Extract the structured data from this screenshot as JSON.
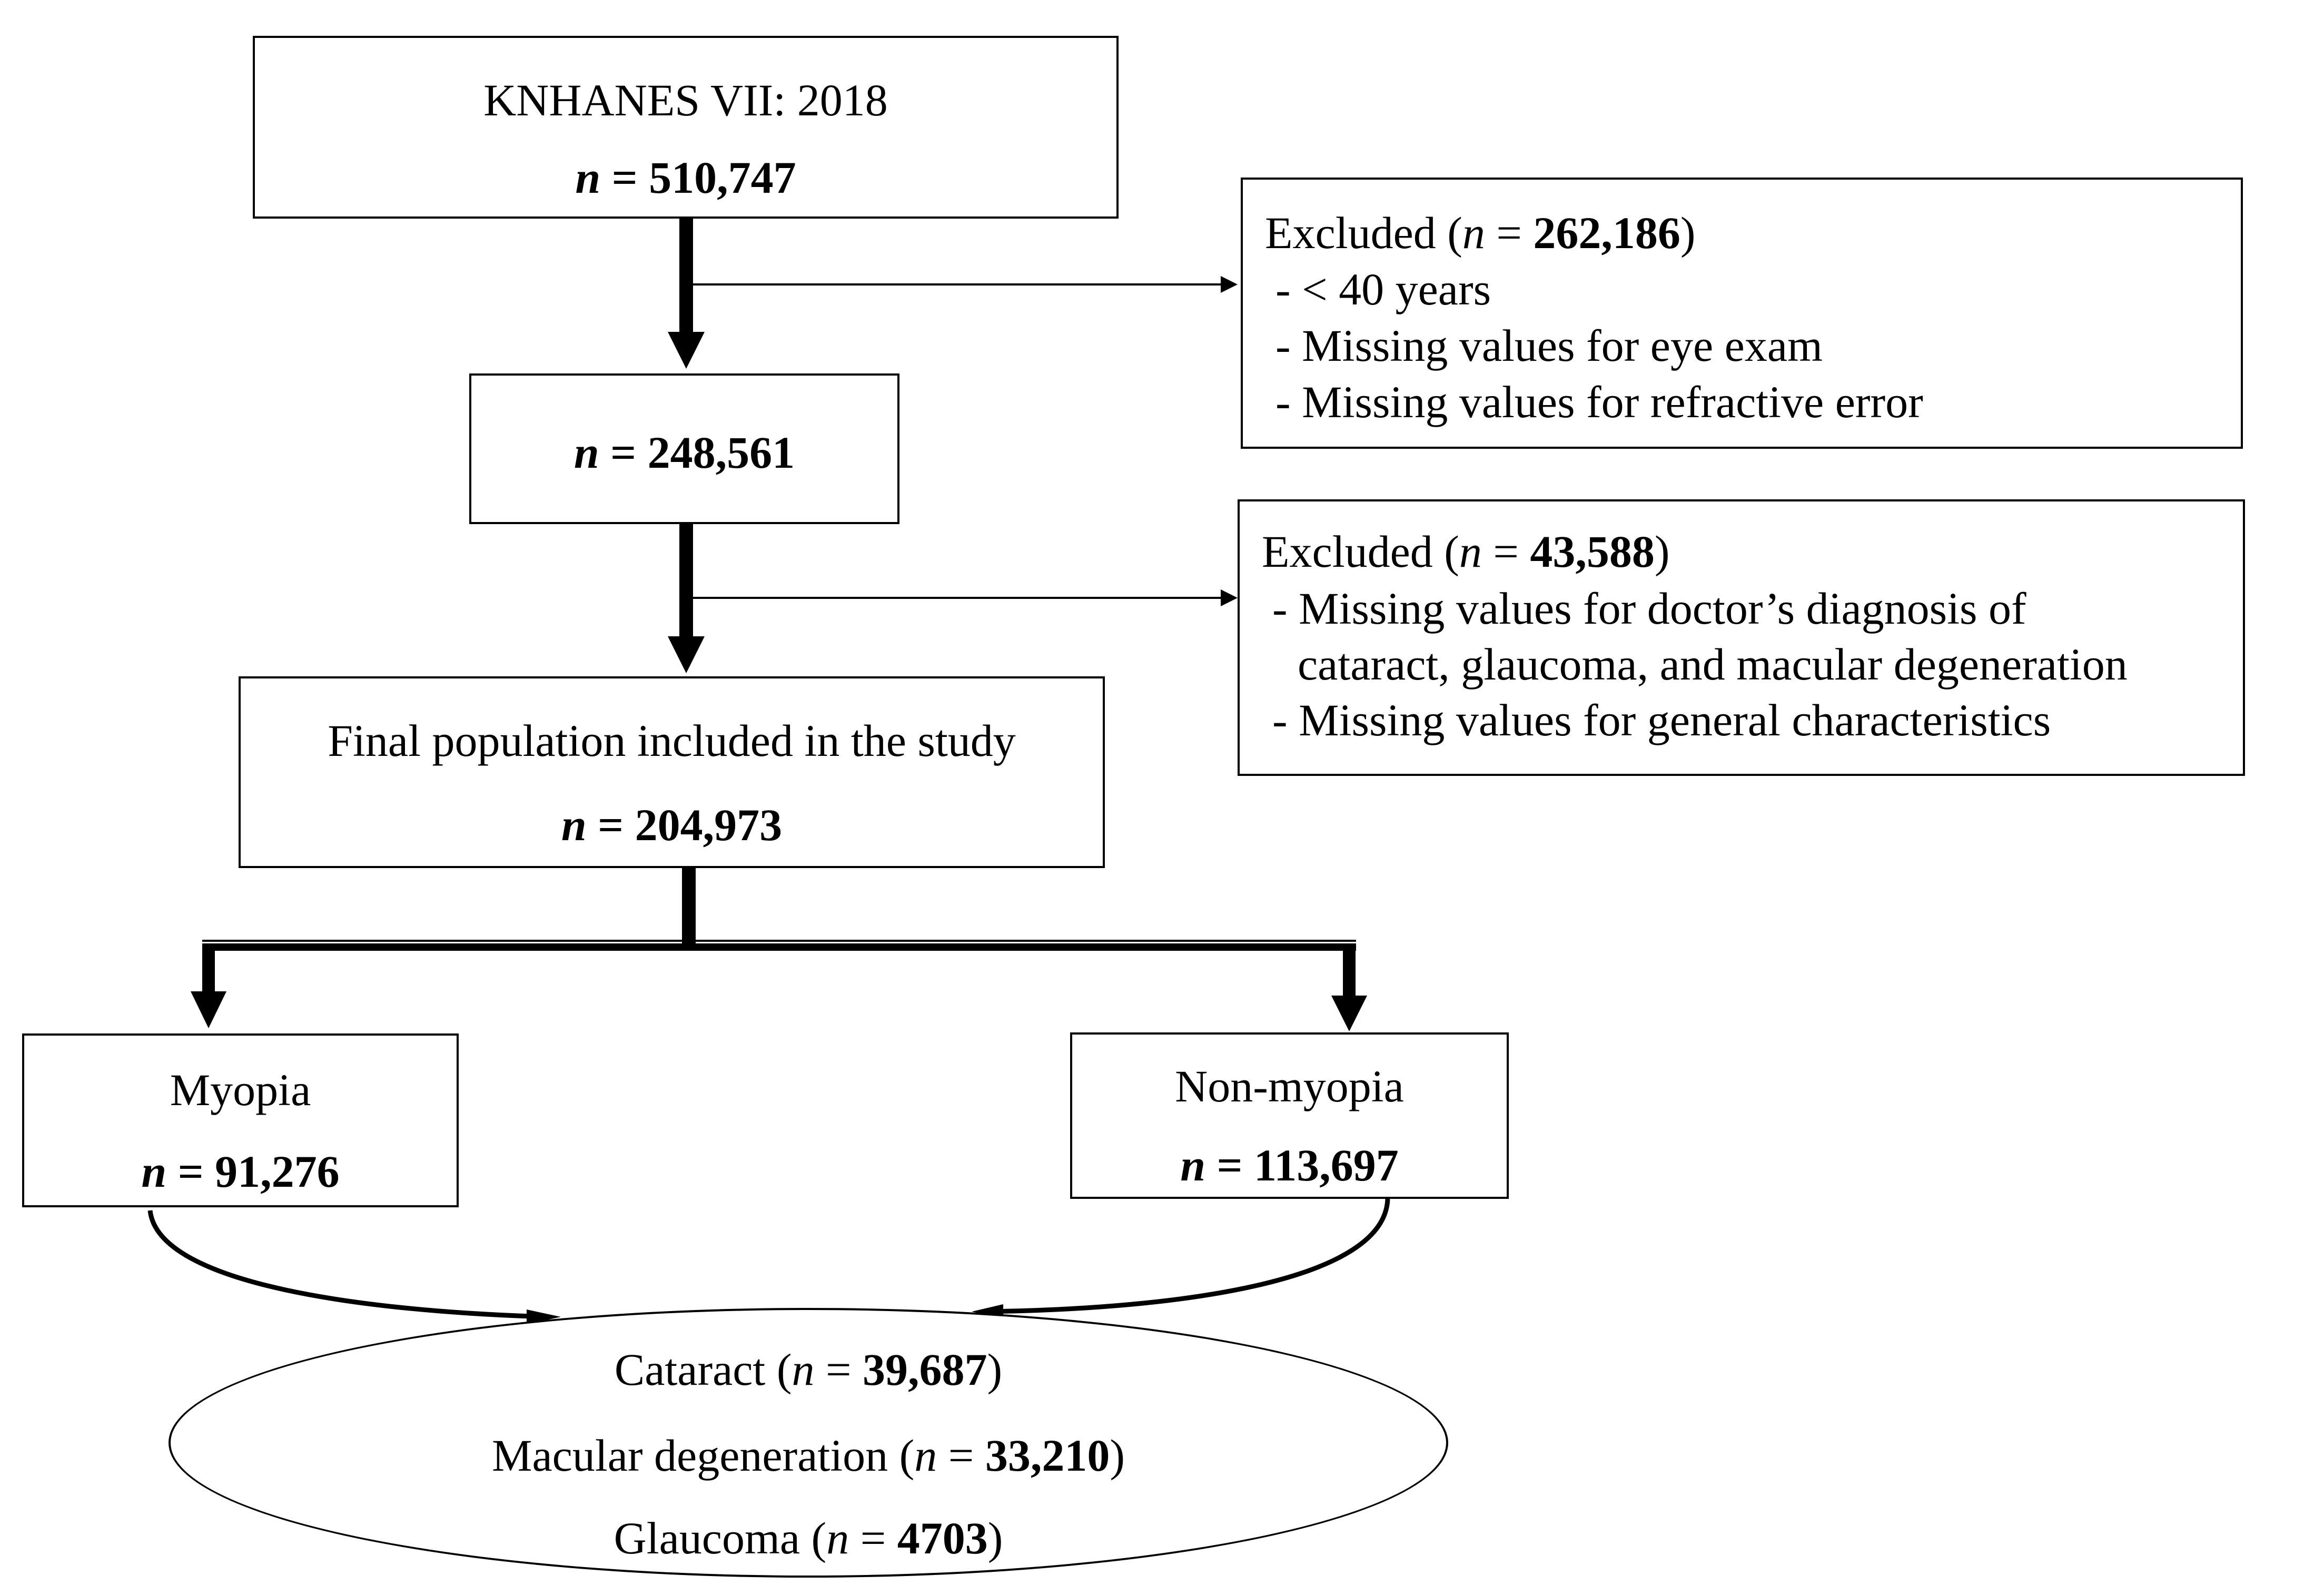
{
  "n_symbol": "n",
  "n_prefix": " = ",
  "box1": {
    "title": "KNHANES VII: 2018",
    "count": "510,747"
  },
  "excluded1": {
    "label": "Excluded (",
    "count": "262,186",
    "close": ")",
    "items": [
      "- < 40 years",
      "- Missing values for eye exam",
      "- Missing values for refractive error"
    ]
  },
  "box2": {
    "count": "248,561"
  },
  "excluded2": {
    "label": "Excluded (",
    "count": "43,588",
    "close": ")",
    "items": [
      "- Missing values for doctor’s diagnosis of",
      "cataract, glaucoma, and macular degeneration",
      "- Missing values for general characteristics"
    ]
  },
  "box3": {
    "title": "Final population included in the study",
    "count": "204,973"
  },
  "myopia": {
    "title": "Myopia",
    "count": "91,276"
  },
  "non_myopia": {
    "title": "Non-myopia",
    "count": "113,697"
  },
  "outcomes": {
    "cataract": {
      "label": "Cataract (",
      "count": "39,687",
      "close": ")"
    },
    "macular": {
      "label": "Macular degeneration (",
      "count": "33,210",
      "close": ")"
    },
    "glaucoma": {
      "label": "Glaucoma (",
      "count": "4703",
      "close": ")"
    }
  }
}
